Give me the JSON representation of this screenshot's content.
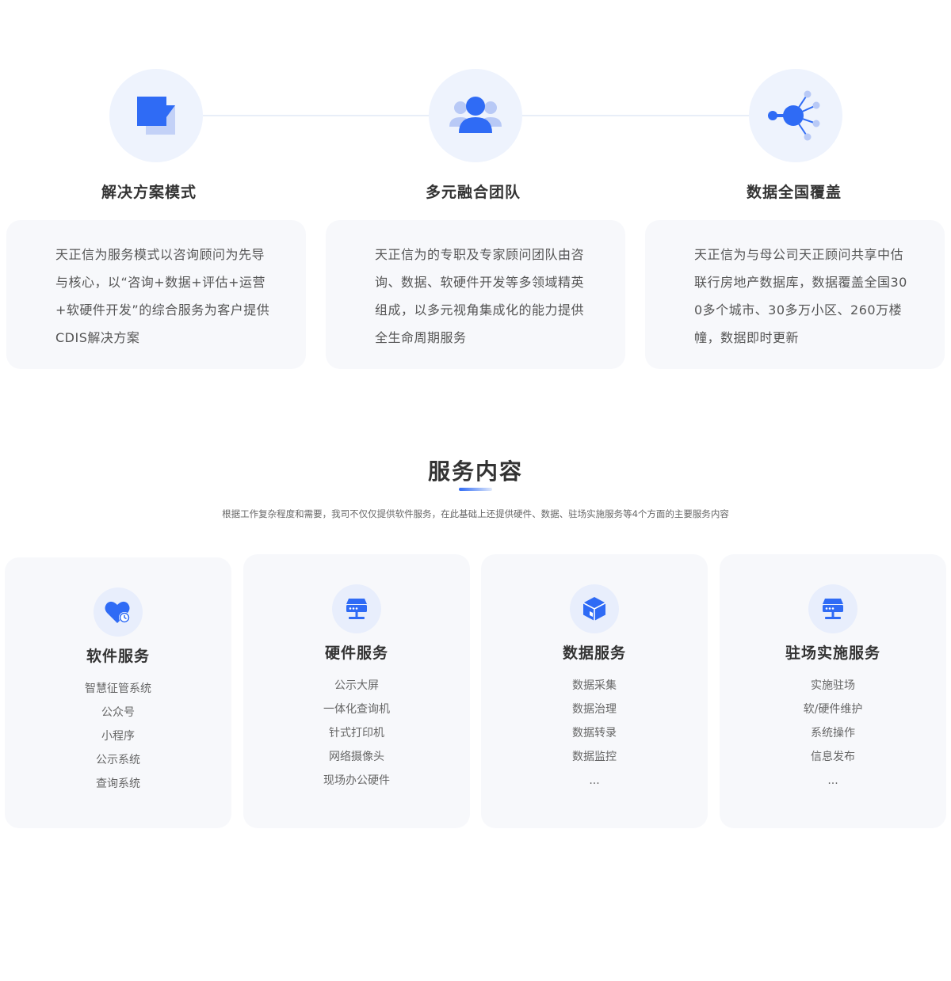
{
  "features": [
    {
      "icon": "squares-icon",
      "title": "解决方案模式",
      "desc": "天正信为服务模式以咨询顾问为先导与核心，以“咨询+数据+评估+运营+软硬件开发”的综合服务为客户提供CDIS解决方案"
    },
    {
      "icon": "team-icon",
      "title": "多元融合团队",
      "desc": "天正信为的专职及专家顾问团队由咨询、数据、软硬件开发等多领域精英组成，以多元视角集成化的能力提供全生命周期服务"
    },
    {
      "icon": "network-icon",
      "title": "数据全国覆盖",
      "desc": "天正信为与母公司天正顾问共享中估联行房地产数据库，数据覆盖全国300多个城市、30多万小区、260万楼幢，数据即时更新"
    }
  ],
  "services_section": {
    "title": "服务内容",
    "subtitle": "根据工作复杂程度和需要，我司不仅仅提供软件服务，在此基础上还提供硬件、数据、驻场实施服务等4个方面的主要服务内容"
  },
  "services": [
    {
      "icon": "heart-clock-icon",
      "title": "软件服务",
      "items": [
        "智慧征管系统",
        "公众号",
        "小程序",
        "公示系统",
        "查询系统"
      ]
    },
    {
      "icon": "server-icon",
      "title": "硬件服务",
      "items": [
        "公示大屏",
        "一体化查询机",
        "针式打印机",
        "网络摄像头",
        "现场办公硬件"
      ]
    },
    {
      "icon": "cube-icon",
      "title": "数据服务",
      "items": [
        "数据采集",
        "数据治理",
        "数据转录",
        "数据监控",
        "..."
      ]
    },
    {
      "icon": "server-icon",
      "title": "驻场实施服务",
      "items": [
        "实施驻场",
        "软/硬件维护",
        "系统操作",
        "信息发布",
        "..."
      ]
    }
  ],
  "colors": {
    "accent": "#2f6bf5",
    "accent_light": "#b8c9f6",
    "card_bg": "#f7f8fb",
    "icon_bg": "#eef3fd"
  }
}
